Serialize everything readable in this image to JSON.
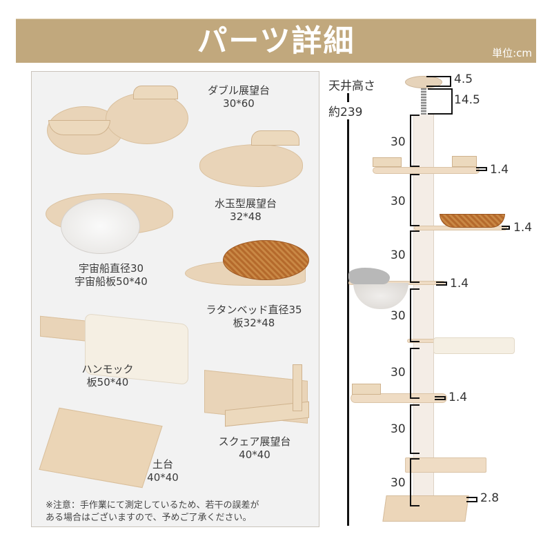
{
  "header": {
    "title": "パーツ詳細",
    "unit": "単位:cm",
    "background_color": "#c1a87d"
  },
  "parts": [
    {
      "name": "ダブル展望台",
      "size": "30*60"
    },
    {
      "name": "水玉型展望台",
      "size": "32*48"
    },
    {
      "name": "宇宙船直径30",
      "size": "宇宙船板50*40"
    },
    {
      "name": "ラタンベッド直径35",
      "size": "板32*48"
    },
    {
      "name": "ハンモック",
      "size": "板50*40"
    },
    {
      "name": "スクェア展望台",
      "size": "40*40"
    },
    {
      "name": "土台",
      "size": "40*40"
    }
  ],
  "note": {
    "line1": "※注意：手作業にて測定しているため、若干の誤差が",
    "line2": "ある場合はございますので、予めご了承ください。"
  },
  "diagram": {
    "ceiling_label": "天井高さ",
    "ceiling_value": "約239",
    "top_dims": [
      "4.5",
      "14.5"
    ],
    "segments": [
      "30",
      "30",
      "30",
      "30",
      "30",
      "30",
      "30"
    ],
    "shelf_thickness": [
      "1.4",
      "1.4",
      "1.4",
      "1.4"
    ],
    "base_thickness": "2.8"
  }
}
